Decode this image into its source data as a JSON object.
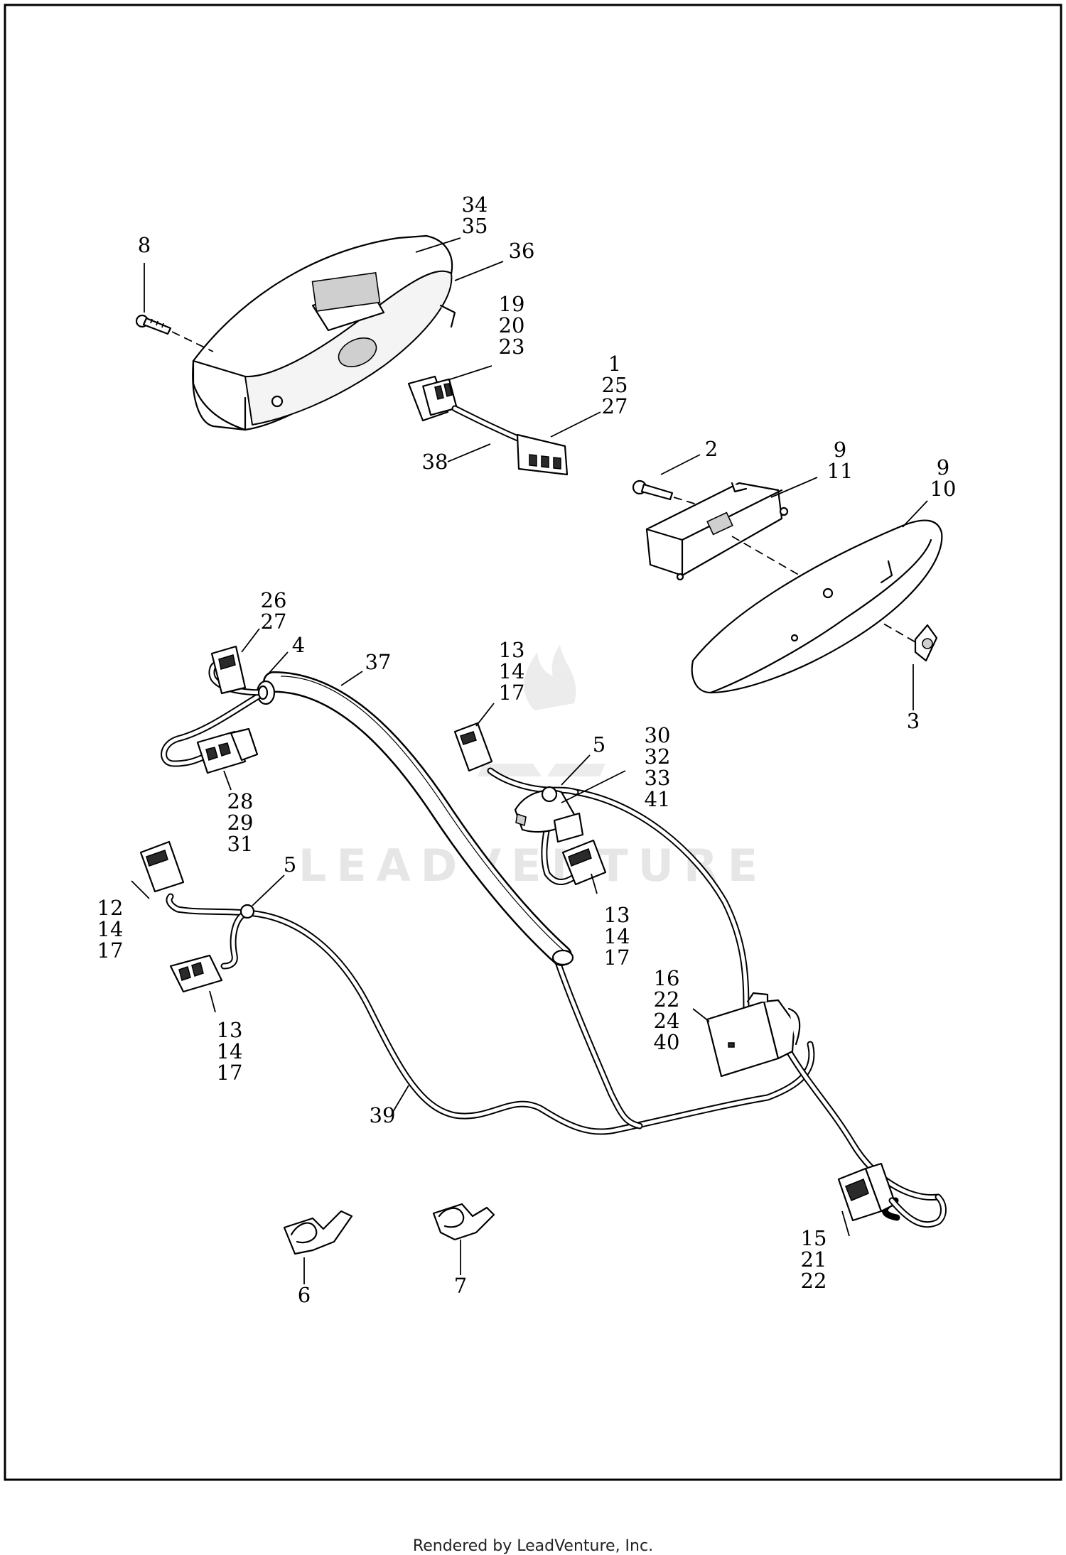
{
  "watermark": "LEADVENTURE",
  "footer": "Rendered by LeadVenture, Inc.",
  "callouts": {
    "c8": [
      "8"
    ],
    "c34": [
      "34",
      "35"
    ],
    "c36": [
      "36"
    ],
    "c19": [
      "19",
      "20",
      "23"
    ],
    "c1": [
      "1",
      "25",
      "27"
    ],
    "c38": [
      "38"
    ],
    "c2": [
      "2"
    ],
    "c9a": [
      "9",
      "11"
    ],
    "c9b": [
      "9",
      "10"
    ],
    "c3": [
      "3"
    ],
    "c26": [
      "26",
      "27"
    ],
    "c4": [
      "4"
    ],
    "c37": [
      "37"
    ],
    "c28": [
      "28",
      "29",
      "31"
    ],
    "c13a": [
      "13",
      "14",
      "17"
    ],
    "c5a": [
      "5"
    ],
    "c30": [
      "30",
      "32",
      "33",
      "41"
    ],
    "c5b": [
      "5"
    ],
    "c12": [
      "12",
      "14",
      "17"
    ],
    "c13b": [
      "13",
      "14",
      "17"
    ],
    "c13c": [
      "13",
      "14",
      "17"
    ],
    "c16": [
      "16",
      "22",
      "24",
      "40"
    ],
    "c39": [
      "39"
    ],
    "c15": [
      "15",
      "21",
      "22"
    ],
    "c6": [
      "6"
    ],
    "c7": [
      "7"
    ]
  }
}
